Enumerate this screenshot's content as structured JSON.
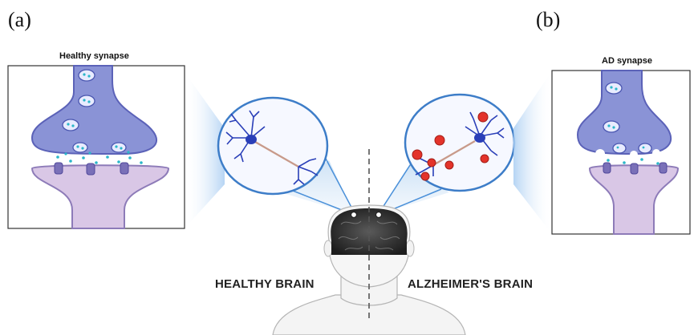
{
  "panels": {
    "a": {
      "label": "(a)",
      "title": "Healthy synapse"
    },
    "b": {
      "label": "(b)",
      "title": "AD synapse"
    }
  },
  "captions": {
    "healthy": "HEALTHY BRAIN",
    "alzheimers": "ALZHEIMER'S BRAIN"
  },
  "colors": {
    "presynaptic": "#8a93d6",
    "postsynaptic": "#d9c7e6",
    "outline": "#5b62b8",
    "neurotransmitter": "#2bb7c9",
    "neuron": "#2a3fb8",
    "axon": "#c89a8a",
    "plaque": "#e3332a",
    "magnifier": "#4a90d9"
  }
}
